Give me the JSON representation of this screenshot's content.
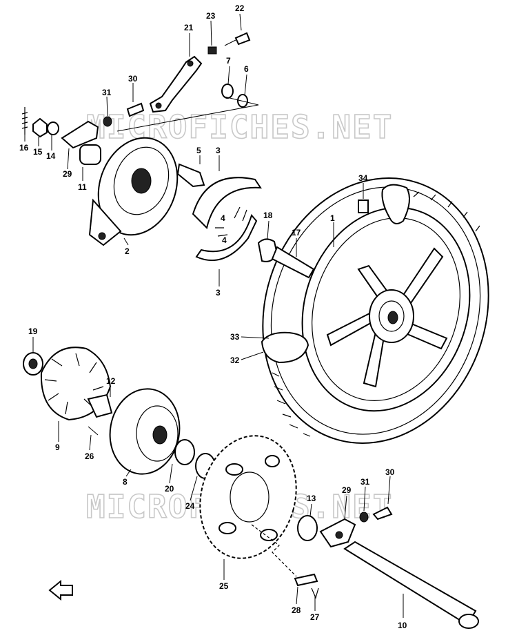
{
  "watermarks": [
    "MICROFICHES.NET",
    "MICROFICHES.NET"
  ],
  "callouts": [
    "1",
    "2",
    "3",
    "3",
    "4",
    "4",
    "5",
    "6",
    "7",
    "8",
    "9",
    "10",
    "11",
    "12",
    "13",
    "14",
    "15",
    "16",
    "17",
    "18",
    "19",
    "20",
    "21",
    "22",
    "23",
    "24",
    "25",
    "26",
    "27",
    "28",
    "29",
    "29",
    "30",
    "30",
    "31",
    "31",
    "32",
    "33",
    "34"
  ]
}
